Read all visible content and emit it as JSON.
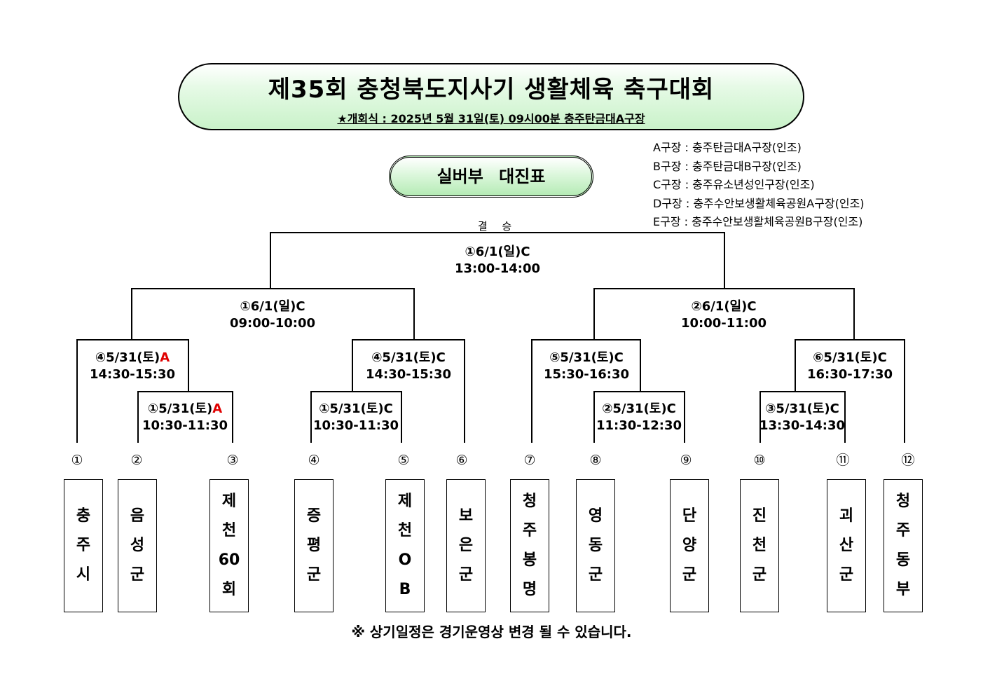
{
  "header": {
    "title": "제35회 충청북도지사기 생활체육 축구대회",
    "opening": "★개회식 : 2025년 5월 31일(토) 09시00분 충주탄금대A구장"
  },
  "division": "실버부 대진표",
  "venues": [
    "A구장 : 충주탄금대A구장(인조)",
    "B구장 : 충주탄금대B구장(인조)",
    "C구장 : 충주유소년성인구장(인조)",
    "D구장 : 충주수안보생활체육공원A구장(인조)",
    "E구장 : 충주수안보생활체육공원B구장(인조)"
  ],
  "bracket": {
    "final_label": "결 승",
    "final": {
      "match": "①6/1(일)C",
      "time": "13:00-14:00"
    },
    "semi_left": {
      "match": "①6/1(일)C",
      "time": "09:00-10:00"
    },
    "semi_right": {
      "match": "②6/1(일)C",
      "time": "10:00-11:00"
    },
    "qf1": {
      "match": "④5/31(토)",
      "venue": "A",
      "time": "14:30-15:30"
    },
    "qf2": {
      "match": "④5/31(토)C",
      "time": "14:30-15:30"
    },
    "qf3": {
      "match": "⑤5/31(토)C",
      "time": "15:30-16:30"
    },
    "qf4": {
      "match": "⑥5/31(토)C",
      "time": "16:30-17:30"
    },
    "r1_1": {
      "match": "①5/31(토)",
      "venue": "A",
      "time": "10:30-11:30"
    },
    "r1_2": {
      "match": "①5/31(토)C",
      "time": "10:30-11:30"
    },
    "r1_3": {
      "match": "②5/31(토)C",
      "time": "11:30-12:30"
    },
    "r1_4": {
      "match": "③5/31(토)C",
      "time": "13:30-14:30"
    },
    "venue_highlight_color": "#e00000"
  },
  "teams": [
    {
      "num": "①",
      "name": "충\n주\n시"
    },
    {
      "num": "②",
      "name": "음\n성\n군"
    },
    {
      "num": "③",
      "name": "제\n천\n60\n회"
    },
    {
      "num": "④",
      "name": "증\n평\n군"
    },
    {
      "num": "⑤",
      "name": "제\n천\nO\nB"
    },
    {
      "num": "⑥",
      "name": "보\n은\n군"
    },
    {
      "num": "⑦",
      "name": "청\n주\n봉\n명"
    },
    {
      "num": "⑧",
      "name": "영\n동\n군"
    },
    {
      "num": "⑨",
      "name": "단\n양\n군"
    },
    {
      "num": "⑩",
      "name": "진\n천\n군"
    },
    {
      "num": "⑪",
      "name": "괴\n산\n군"
    },
    {
      "num": "⑫",
      "name": "청\n주\n동\n부"
    }
  ],
  "note": "※ 상기일정은 경기운영상 변경 될 수 있습니다."
}
